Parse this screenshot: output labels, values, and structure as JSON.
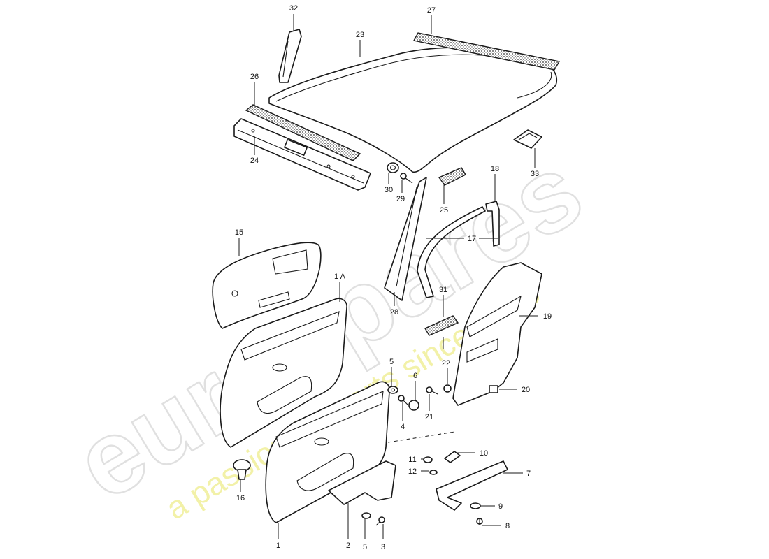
{
  "watermark": {
    "brand": "eurospares",
    "tagline": "a passion for parts since 1985"
  },
  "callouts": {
    "c32": "32",
    "c27": "27",
    "c23": "23",
    "c26": "26",
    "c24": "24",
    "c30": "30",
    "c29": "29",
    "c25": "25",
    "c18": "18",
    "c33": "33",
    "c17": "17",
    "c15": "15",
    "c1A": "1 A",
    "c28": "28",
    "c31": "31",
    "c19": "19",
    "c5a": "5",
    "c6": "6",
    "c22": "22",
    "c20": "20",
    "c21": "21",
    "c4": "4",
    "c10": "10",
    "c11": "11",
    "c7": "7",
    "c12": "12",
    "c16": "16",
    "c9": "9",
    "c8": "8",
    "c1": "1",
    "c2": "2",
    "c5b": "5",
    "c3": "3"
  }
}
